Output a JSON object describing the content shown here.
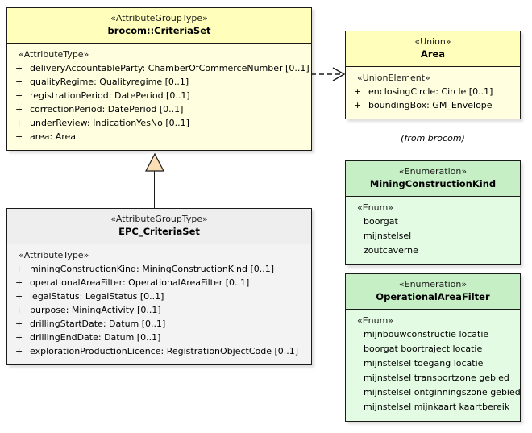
{
  "diagram": {
    "title": "EPC_CriteriaSet UML class diagram",
    "background": "#ffffff",
    "colors": {
      "class_header": "#ffffbb",
      "class_body": "#ffffe0",
      "subclass_header": "#eeeeee",
      "subclass_body": "#f3f3f3",
      "enum_header": "#c6efc6",
      "enum_body": "#e3fbe3",
      "border": "#1a1a1a",
      "generalization_fill": "#fadfb5"
    }
  },
  "classes": {
    "criteria_set": {
      "stereotype": "«AttributeGroupType»",
      "name": "brocom::CriteriaSet",
      "group_stereotype": "«AttributeType»",
      "attributes": [
        {
          "visibility": "+",
          "text": "deliveryAccountableParty: ChamberOfCommerceNumber [0..1]"
        },
        {
          "visibility": "+",
          "text": "qualityRegime: Qualityregime [0..1]"
        },
        {
          "visibility": "+",
          "text": "registrationPeriod: DatePeriod [0..1]"
        },
        {
          "visibility": "+",
          "text": "correctionPeriod: DatePeriod [0..1]"
        },
        {
          "visibility": "+",
          "text": "underReview: IndicationYesNo [0..1]"
        },
        {
          "visibility": "+",
          "text": "area: Area"
        }
      ]
    },
    "epc_criteria_set": {
      "stereotype": "«AttributeGroupType»",
      "name": "EPC_CriteriaSet",
      "group_stereotype": "«AttributeType»",
      "attributes": [
        {
          "visibility": "+",
          "text": "miningConstructionKind: MiningConstructionKind [0..1]"
        },
        {
          "visibility": "+",
          "text": "operationalAreaFilter: OperationalAreaFilter [0..1]"
        },
        {
          "visibility": "+",
          "text": "legalStatus: LegalStatus [0..1]"
        },
        {
          "visibility": "+",
          "text": "purpose: MiningActivity [0..1]"
        },
        {
          "visibility": "+",
          "text": "drillingStartDate: Datum [0..1]"
        },
        {
          "visibility": "+",
          "text": "drillingEndDate: Datum [0..1]"
        },
        {
          "visibility": "+",
          "text": "explorationProductionLicence: RegistrationObjectCode [0..1]"
        }
      ]
    },
    "area": {
      "stereotype": "«Union»",
      "name": "Area",
      "group_stereotype": "«UnionElement»",
      "attributes": [
        {
          "visibility": "+",
          "text": "enclosingCircle: Circle [0..1]"
        },
        {
          "visibility": "+",
          "text": "boundingBox: GM_Envelope"
        }
      ],
      "note": "(from brocom)"
    }
  },
  "enumerations": {
    "mining_construction_kind": {
      "stereotype": "«Enumeration»",
      "name": "MiningConstructionKind",
      "group_stereotype": "«Enum»",
      "values": [
        "boorgat",
        "mijnstelsel",
        "zoutcaverne"
      ]
    },
    "operational_area_filter": {
      "stereotype": "«Enumeration»",
      "name": "OperationalAreaFilter",
      "group_stereotype": "«Enum»",
      "values": [
        "mijnbouwconstructie locatie",
        "boorgat boortraject locatie",
        "mijnstelsel toegang locatie",
        "mijnstelsel transportzone gebied",
        "mijnstelsel ontginningszone gebied",
        "mijnstelsel mijnkaart kaartbereik"
      ]
    }
  },
  "connectors": [
    {
      "kind": "generalization",
      "from": "EPC_CriteriaSet",
      "to": "brocom::CriteriaSet",
      "label": ""
    },
    {
      "kind": "dependency",
      "from": "brocom::CriteriaSet",
      "to": "Area",
      "label": ""
    }
  ]
}
